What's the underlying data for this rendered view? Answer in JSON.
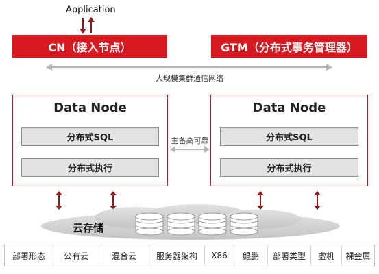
{
  "application_label": "Application",
  "cn_label": "CN（接入节点）",
  "gtm_label": "GTM（分布式事务管理器）",
  "network_label": "大规模集群通信网络",
  "ha_label": "主备高可靠",
  "storage_label": "云存储",
  "nodes": [
    {
      "title": "Data Node",
      "sql_label": "分布式SQL",
      "exec_label": "分布式执行"
    },
    {
      "title": "Data Node",
      "sql_label": "分布式SQL",
      "exec_label": "分布式执行"
    }
  ],
  "bottom_bar": [
    "部署形态",
    "公有云",
    "混合云",
    "服务器架构",
    "X86",
    "鲲鹏",
    "部署类型",
    "虚机",
    "裸金属"
  ],
  "colors": {
    "accent": "#d71920",
    "arrow": "#8b1a1a",
    "cloud": "#cfcfcf"
  }
}
